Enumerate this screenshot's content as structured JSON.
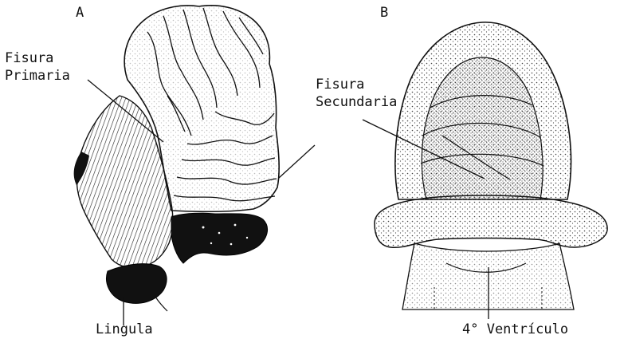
{
  "panels": {
    "a_label": "A",
    "b_label": "B"
  },
  "labels": {
    "fisura_primaria_line1": "Fisura",
    "fisura_primaria_line2": "Primaria",
    "fisura_secundaria_line1": "Fisura",
    "fisura_secundaria_line2": "Secundaria",
    "lingula": "Lingula",
    "cuarto_ventriculo": "4° Ventrículo"
  },
  "colors": {
    "ink": "#111111",
    "stipple": "#444444",
    "paper": "#ffffff"
  }
}
